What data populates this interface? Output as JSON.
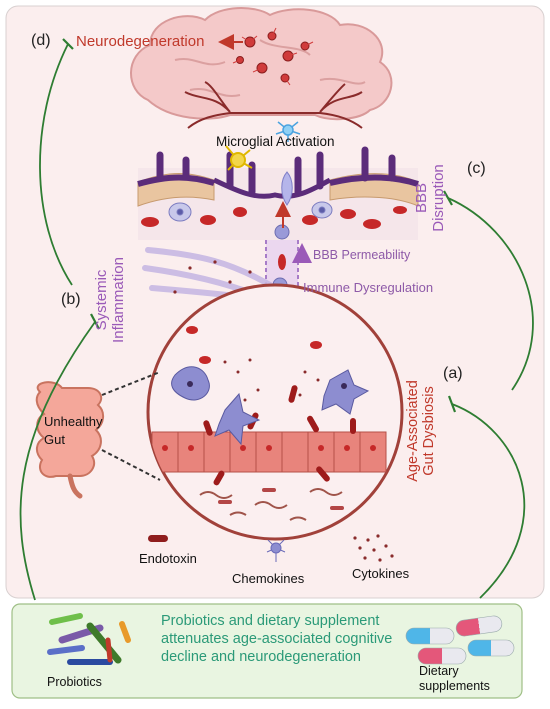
{
  "labels": {
    "neurodegeneration": "Neurodegeneration",
    "microglial_activation": "Microglial Activation",
    "bbb_permeability": "BBB Permeability",
    "immune_dysregulation": "Immune Dysregulation",
    "bbb_disruption": "BBB\nDisruption",
    "systemic_inflammation": "Systemic\nInflammation",
    "gut_dysbiosis": "Age-Associated\nGut Dysbiosis",
    "unhealthy_gut": "Unhealthy\nGut",
    "endotoxin": "Endotoxin",
    "chemokines": "Chemokines",
    "cytokines": "Cytokines"
  },
  "markers": {
    "a": "(a)",
    "b": "(b)",
    "c": "(c)",
    "d": "(d)"
  },
  "intervention": {
    "text": "Probiotics and dietary supplement attenuates age-associated  cognitive decline and neurodegeneration",
    "probiotics_label": "Probiotics",
    "supplements_label": "Dietary\nsupplements"
  },
  "colors": {
    "red_label": "#c0392b",
    "purple_label": "#9a5ab8",
    "green_line": "#2e7d32",
    "teal_text": "#2b9a78",
    "panel_bg": "#fbeeee",
    "bottom_bg": "#e9f5e1"
  },
  "icons": [
    "brain-icon",
    "intestine-icon",
    "bacteria-icon",
    "capsule-icon",
    "microglia-icon",
    "endotoxin-icon",
    "chemokine-icon",
    "cytokine-icon"
  ]
}
